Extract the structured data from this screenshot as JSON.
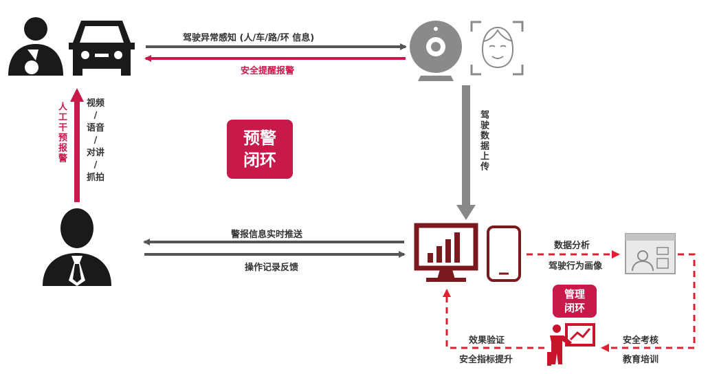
{
  "top_link": {
    "upper_label": "驾驶异常感知 (人/车/路/环 信息)",
    "lower_label": "安全提醒报警"
  },
  "right_link": {
    "label": "驾驶数据上传"
  },
  "left_link": {
    "red_label": "人工干预报警",
    "gray_label": [
      "视频",
      "/",
      "语音",
      "/",
      "对讲",
      "/",
      "抓拍"
    ]
  },
  "badges": {
    "warning_loop": [
      "预警",
      "闭环"
    ],
    "management_loop": [
      "管理",
      "闭环"
    ]
  },
  "middle_link": {
    "upper_label": "警报信息实时推送",
    "lower_label": "操作记录反馈"
  },
  "management": {
    "analysis_line1": "数据分析",
    "analysis_line2": "驾驶行为画像",
    "exam_line1": "安全考核",
    "exam_line2": "教育培训",
    "verify_line1": "效果验证",
    "verify_line2": "安全指标提升"
  },
  "colors": {
    "accent": "#c8194b",
    "dark_red": "#7a1a1e",
    "gray": "#555555",
    "icon": "#1a1a1a"
  },
  "icons": [
    "driver-icon",
    "car-icon",
    "camera-icon",
    "face-scan-icon",
    "operator-icon",
    "monitor-chart-icon",
    "phone-icon",
    "profile-window-icon",
    "presenter-icon"
  ]
}
